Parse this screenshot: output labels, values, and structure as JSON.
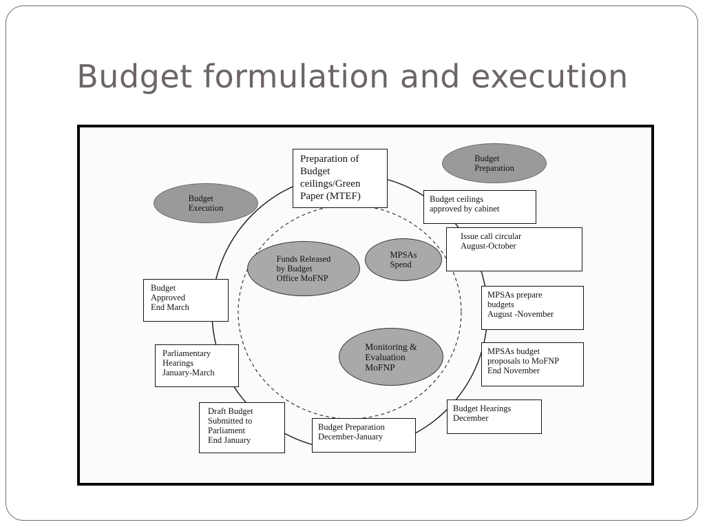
{
  "slide": {
    "title": "Budget formulation and execution"
  },
  "diagram": {
    "phases": {
      "budget_preparation": "Budget\nPreparation",
      "budget_execution": "Budget\nExecution"
    },
    "cycle_steps": [
      "Preparation of\nBudget\nceilings/Green\nPaper (MTEF)",
      "Budget ceilings\napproved by cabinet",
      "Issue call circular\nAugust-October",
      "MPSAs prepare\nbudgets\nAugust -November",
      "MPSAs budget\nproposals to MoFNP\nEnd November",
      "Budget Hearings\nDecember",
      "Budget Preparation\nDecember-January",
      "Draft Budget\nSubmitted to\nParliament\nEnd January",
      "Parliamentary\nHearings\nJanuary-March",
      "Budget\nApproved\nEnd March"
    ],
    "execution_steps": [
      "Funds Released\nby Budget\nOffice MoFNP",
      "MPSAs\nSpend",
      "Monitoring &\nEvaluation\nMoFNP"
    ]
  }
}
